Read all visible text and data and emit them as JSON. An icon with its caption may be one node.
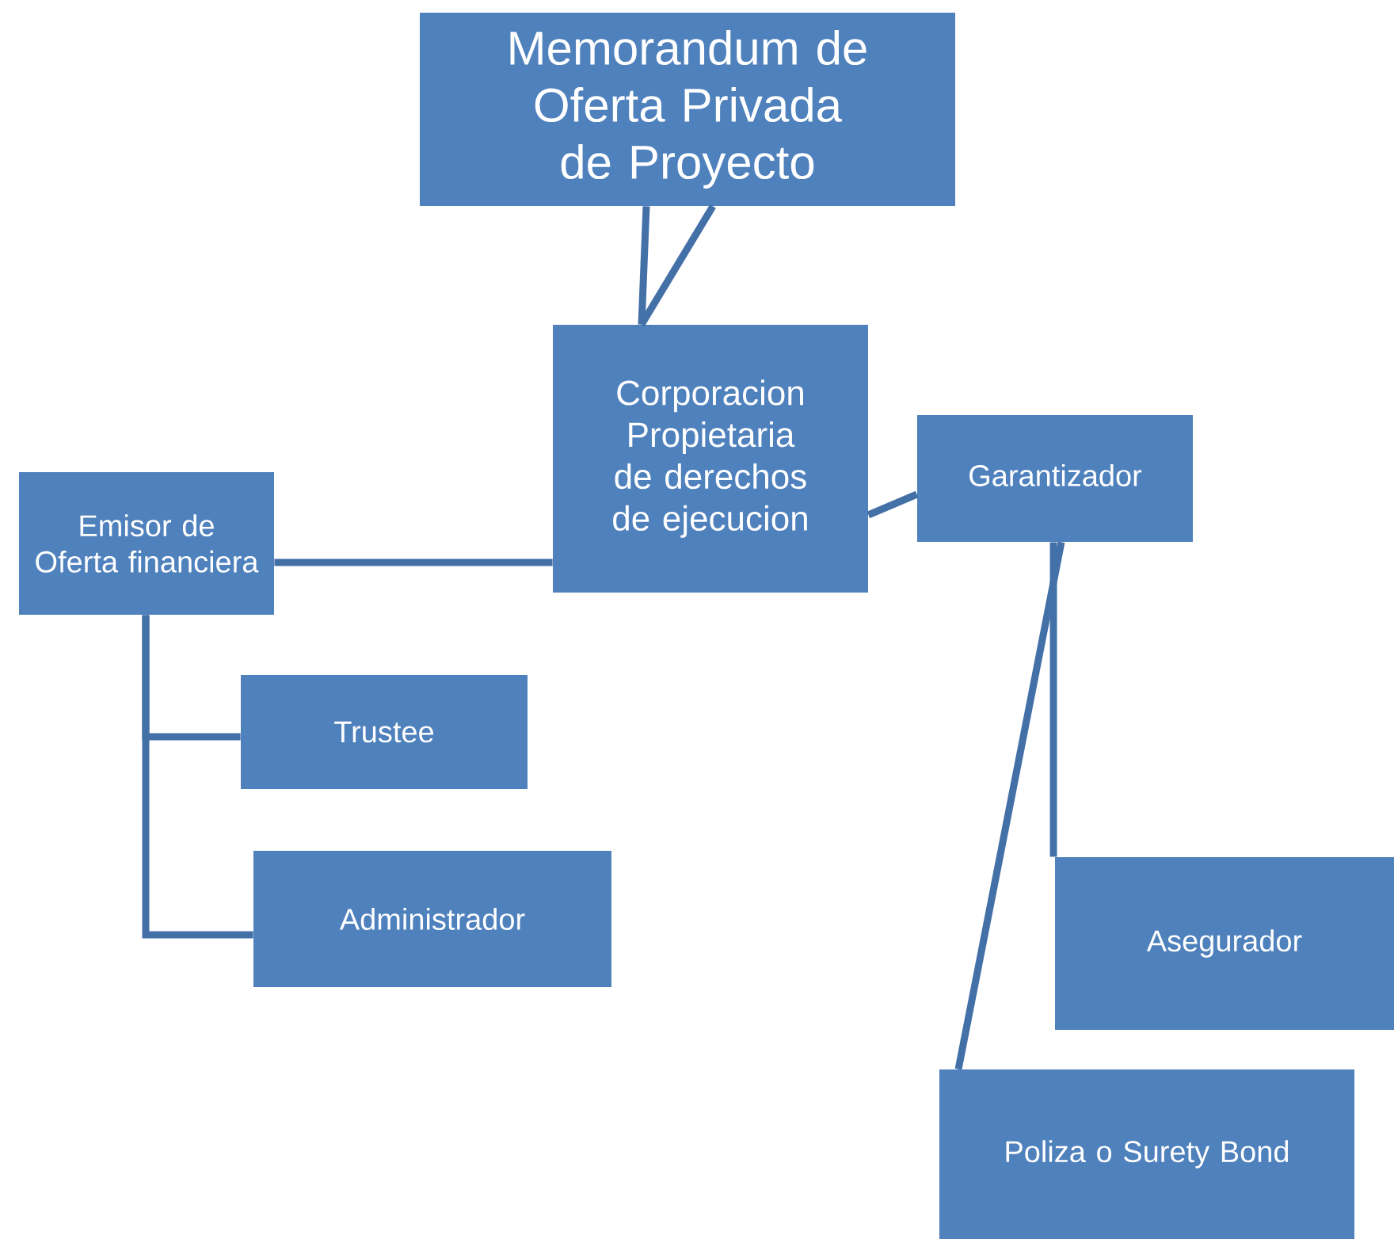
{
  "diagram": {
    "nodes": [
      {
        "text": [
          "Memorandum de Oferta Privada de Proyecto"
        ]
      },
      {
        "text": [
          "Corporacion Propietaria de derechos de ejecucion"
        ]
      },
      {
        "text": [
          "Emisor de Oferta financiera"
        ]
      },
      {
        "text": [
          "Garantizador"
        ]
      },
      {
        "text": [
          "Trustee"
        ]
      },
      {
        "text": [
          "Administrador"
        ]
      },
      {
        "text": [
          "Asegurador"
        ]
      },
      {
        "text": [
          "Poliza o Surety Bond"
        ]
      }
    ],
    "edges": [
      {
        "from": 0,
        "to": 1,
        "arrow": "none"
      },
      {
        "from": 0,
        "to": 1,
        "arrow": "none"
      },
      {
        "from": 2,
        "to": 1,
        "arrow": "none"
      },
      {
        "from": 1,
        "to": 3,
        "arrow": "none"
      },
      {
        "from": 2,
        "to": 4,
        "arrow": "none"
      },
      {
        "from": 2,
        "to": 5,
        "arrow": "none"
      },
      {
        "from": 3,
        "to": 6,
        "arrow": "none"
      },
      {
        "from": 3,
        "to": 7,
        "arrow": "none"
      }
    ]
  }
}
